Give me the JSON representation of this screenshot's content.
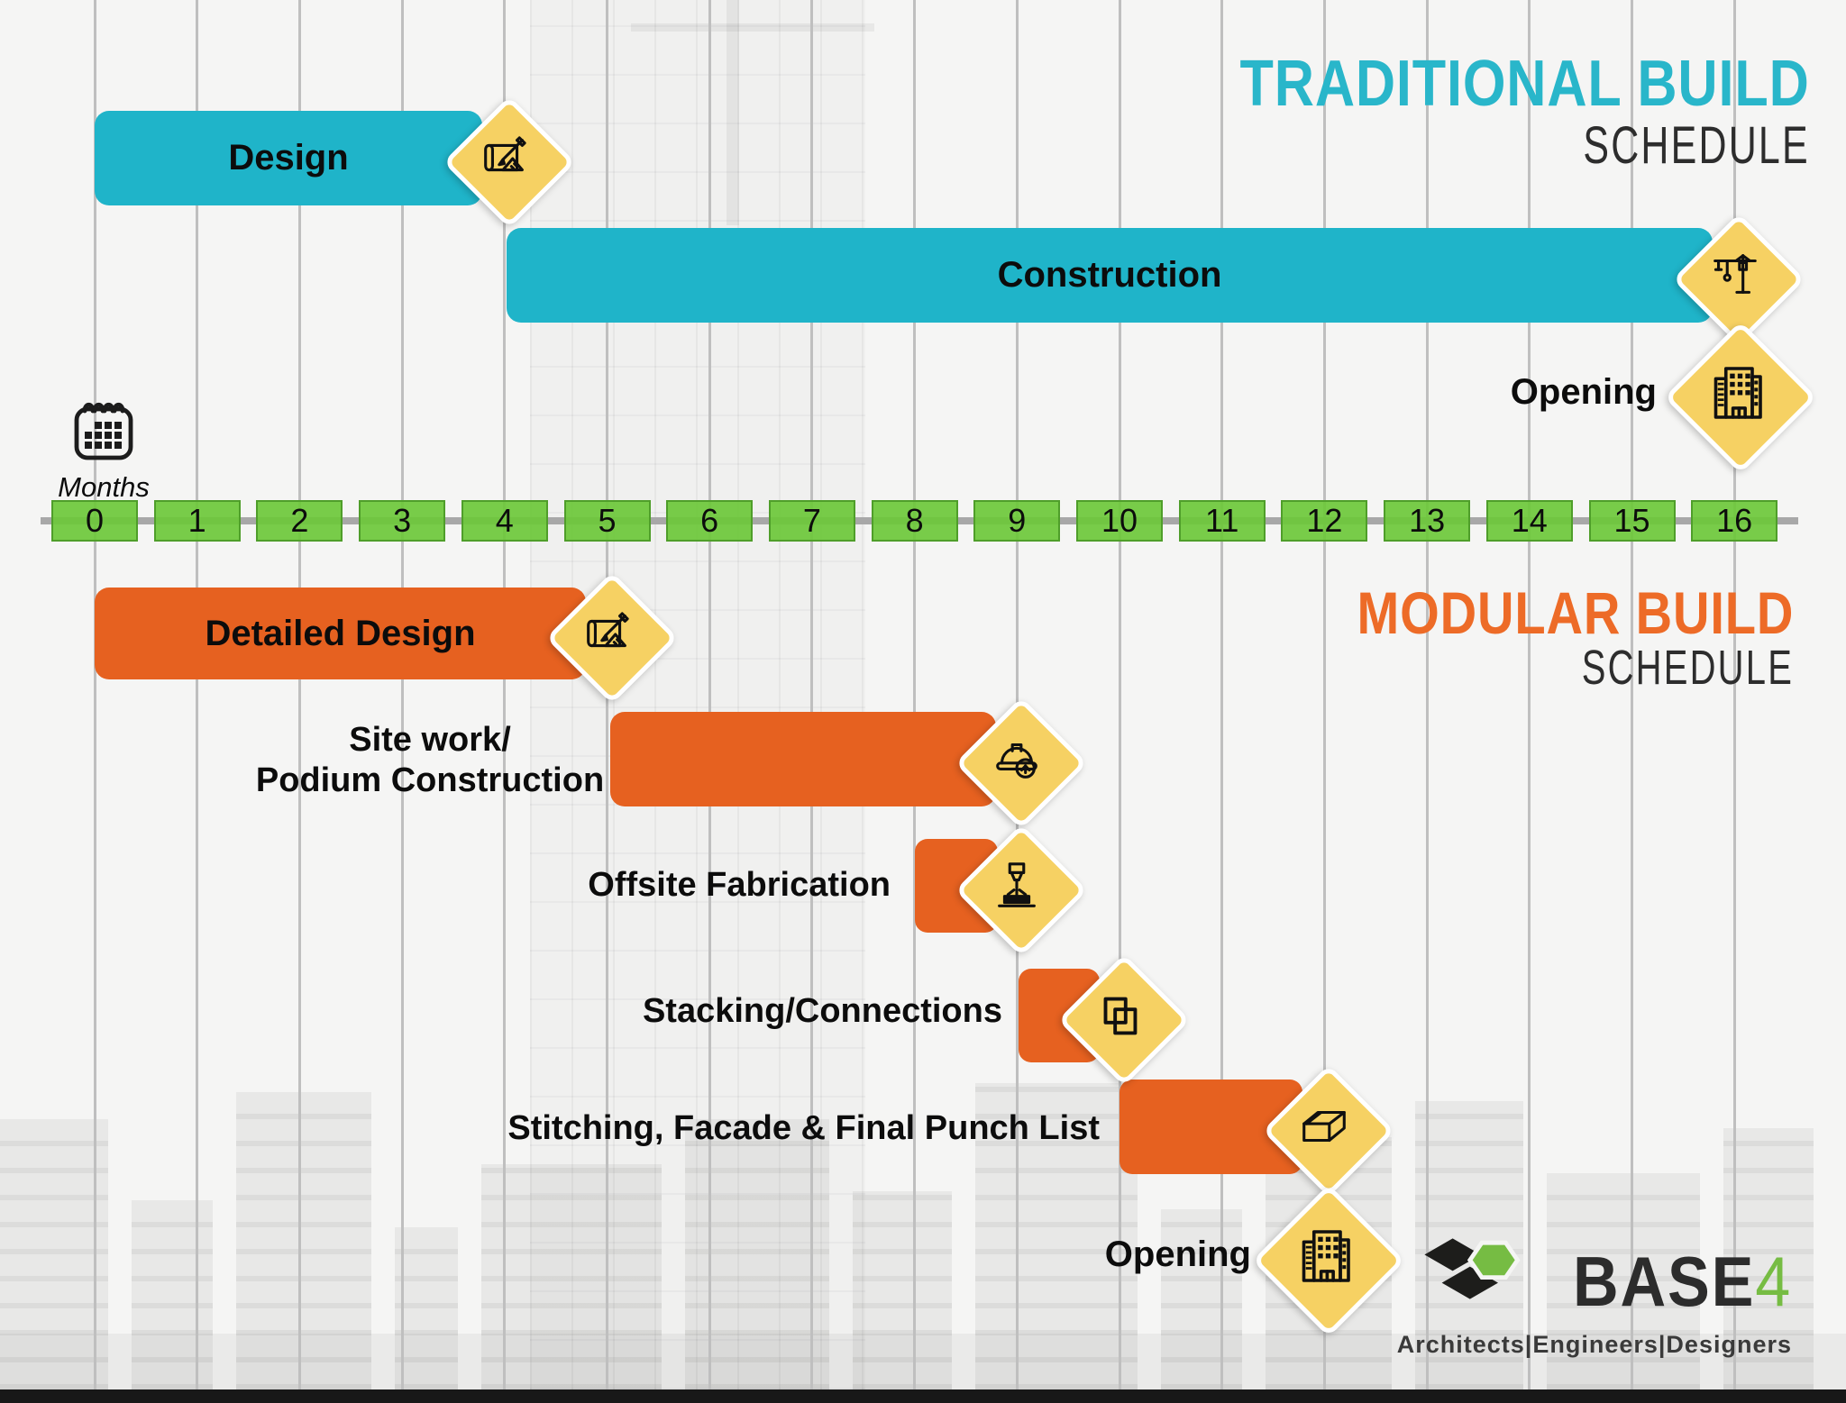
{
  "traditional": {
    "title": "TRADITIONAL BUILD",
    "subtitle": "SCHEDULE",
    "accent_color": "#29b6ca",
    "bar_color": "#1fb4c9",
    "tasks": {
      "design": {
        "label": "Design",
        "start_month": 0,
        "end_month": 4
      },
      "construction": {
        "label": "Construction",
        "start_month": 4,
        "end_month": 16
      },
      "opening": {
        "label": "Opening",
        "milestone_month": 16
      }
    }
  },
  "modular": {
    "title": "MODULAR BUILD",
    "subtitle": "SCHEDULE",
    "accent_color": "#ed6b27",
    "bar_color": "#e66120",
    "tasks": {
      "detailed_design": {
        "label": "Detailed Design",
        "start_month": 0,
        "end_month": 5
      },
      "sitework": {
        "label_line1": "Site work/",
        "label_line2": "Podium Construction",
        "start_month": 5,
        "end_month": 9
      },
      "offsite": {
        "label": "Offsite Fabrication",
        "start_month": 8,
        "end_month": 9
      },
      "stacking": {
        "label": "Stacking/Connections",
        "start_month": 9,
        "end_month": 10
      },
      "stitching": {
        "label": "Stitching, Facade & Final Punch List",
        "start_month": 10,
        "end_month": 12
      },
      "opening": {
        "label": "Opening",
        "milestone_month": 12
      }
    }
  },
  "timeline": {
    "months_label": "Months",
    "months": [
      "0",
      "1",
      "2",
      "3",
      "4",
      "5",
      "6",
      "7",
      "8",
      "9",
      "10",
      "11",
      "12",
      "13",
      "14",
      "15",
      "16"
    ],
    "box_color": "#6cc83a",
    "box_border_color": "#4f9e2a"
  },
  "icons": {
    "design_milestone": "blueprint-pencil-icon",
    "construction_milestone": "tower-crane-icon",
    "opening_milestone": "building-icon",
    "detailed_design_milestone": "blueprint-pencil-icon",
    "sitework_milestone": "hardhat-icon",
    "offsite_milestone": "laser-cutter-icon",
    "stacking_milestone": "stacked-modules-icon",
    "stitching_milestone": "beam-module-icon",
    "axis_icon": "calendar-icon",
    "diamond_color": "#f6d163"
  },
  "logo": {
    "brand": "BASE",
    "brand_accent": "4",
    "accent_color": "#76bc43",
    "tagline": "Architects|Engineers|Designers"
  },
  "chart_data": {
    "type": "gantt",
    "xlabel": "Months",
    "x_range": [
      0,
      16
    ],
    "grid": true,
    "series": [
      {
        "name": "Traditional Build",
        "color": "#1fb4c9",
        "tasks": [
          {
            "label": "Design",
            "start": 0,
            "end": 4
          },
          {
            "label": "Construction",
            "start": 4,
            "end": 16
          },
          {
            "label": "Opening",
            "milestone": 16
          }
        ]
      },
      {
        "name": "Modular Build",
        "color": "#e66120",
        "tasks": [
          {
            "label": "Detailed Design",
            "start": 0,
            "end": 5
          },
          {
            "label": "Site work/Podium Construction",
            "start": 5,
            "end": 9
          },
          {
            "label": "Offsite Fabrication",
            "start": 8,
            "end": 9
          },
          {
            "label": "Stacking/Connections",
            "start": 9,
            "end": 10
          },
          {
            "label": "Stitching, Facade & Final Punch List",
            "start": 10,
            "end": 12
          },
          {
            "label": "Opening",
            "milestone": 12
          }
        ]
      }
    ]
  }
}
